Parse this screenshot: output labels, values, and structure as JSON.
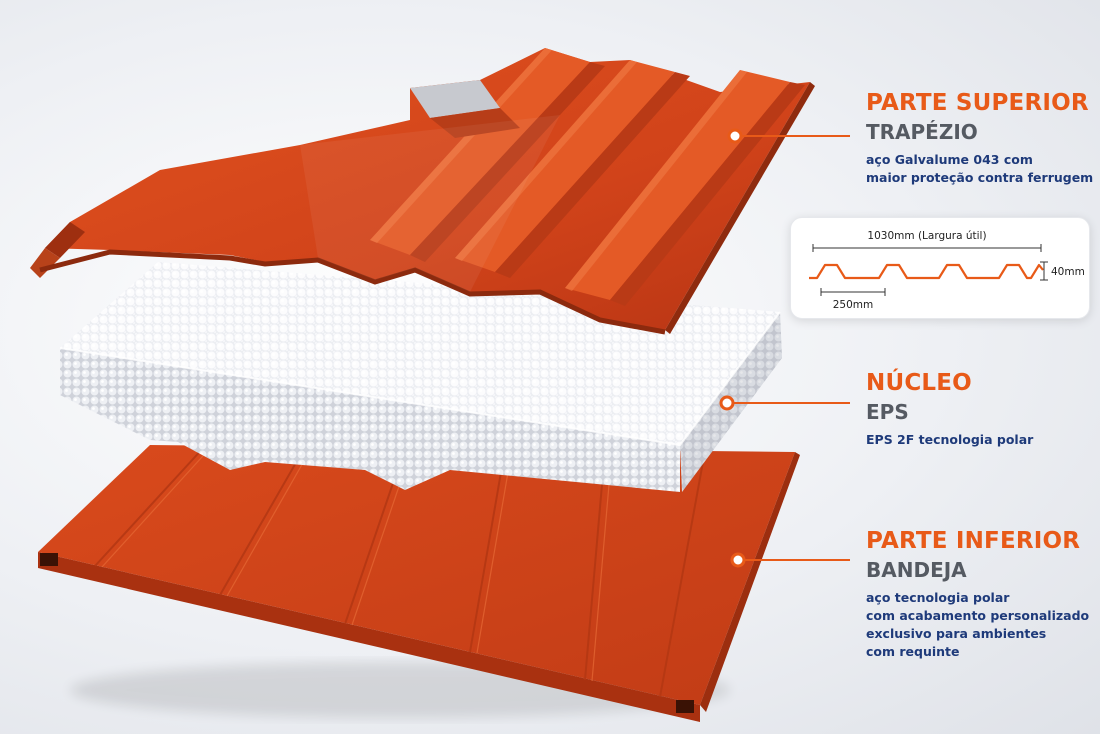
{
  "colors": {
    "accent_orange": "#e85a18",
    "steel_orange": "#d4461c",
    "heading_gray": "#555a62",
    "desc_blue": "#1e3a7a",
    "foam_white": "#f4f5f8"
  },
  "sections": [
    {
      "heading": "PARTE SUPERIOR",
      "subheading": "TRAPÉZIO",
      "description": [
        "aço Galvalume 043 com",
        "maior proteção contra ferrugem"
      ]
    },
    {
      "heading": "NÚCLEO",
      "subheading": "EPS",
      "description": [
        "EPS 2F tecnologia polar"
      ]
    },
    {
      "heading": "PARTE INFERIOR",
      "subheading": "BANDEJA",
      "description": [
        "aço tecnologia polar",
        "com acabamento personalizado",
        "exclusivo para ambientes",
        "com requinte"
      ]
    }
  ],
  "spec": {
    "width_label": "1030mm (Largura útil)",
    "height_label": "40mm",
    "pitch_label": "250mm"
  }
}
